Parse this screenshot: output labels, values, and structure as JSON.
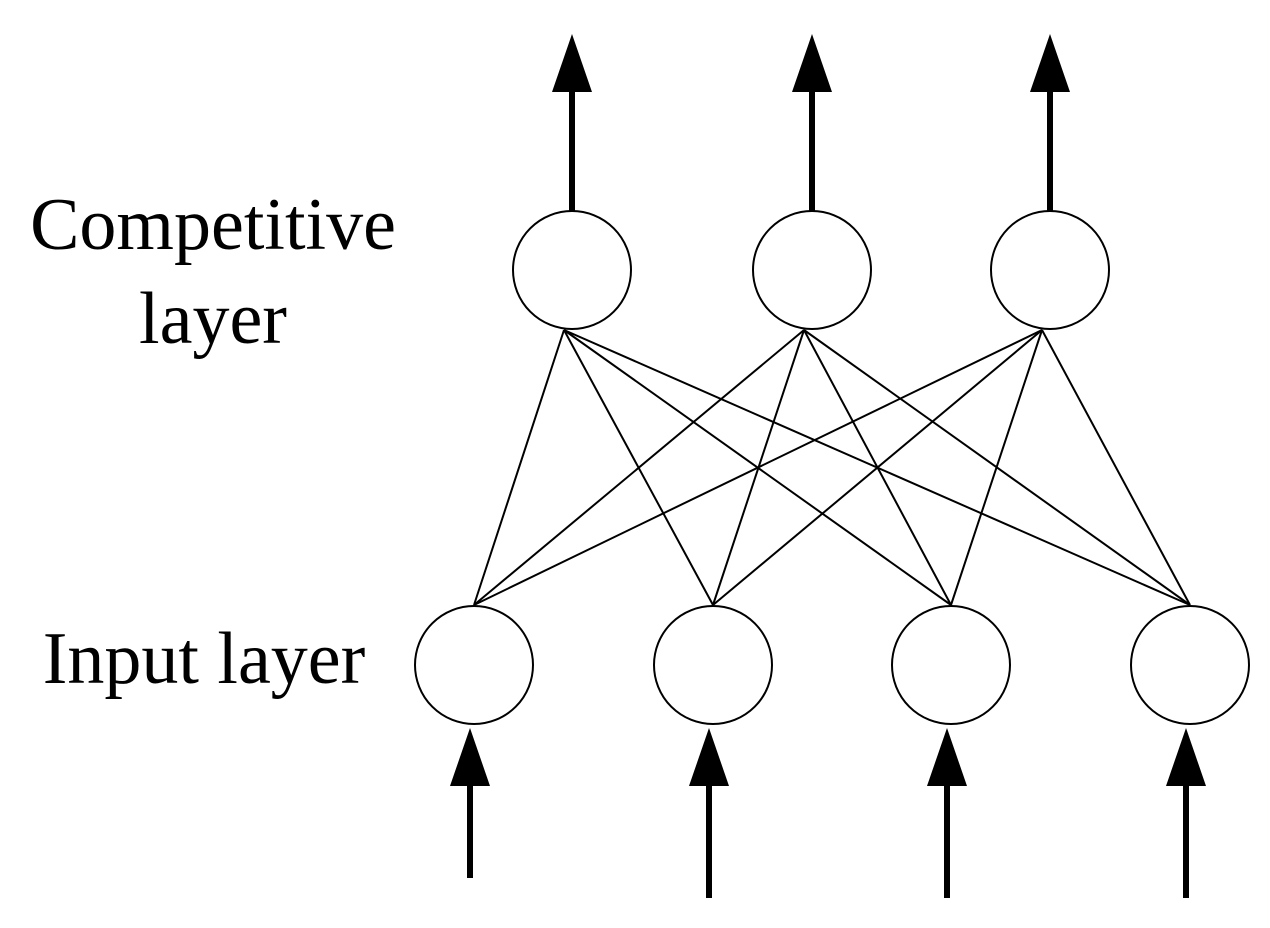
{
  "labels": {
    "competitive_line1": "Competitive",
    "competitive_line2": "layer",
    "input": "Input layer"
  },
  "network": {
    "competitive_node_count": 3,
    "input_node_count": 4,
    "fully_connected": true
  },
  "colors": {
    "stroke": "#000000",
    "background": "#ffffff"
  }
}
